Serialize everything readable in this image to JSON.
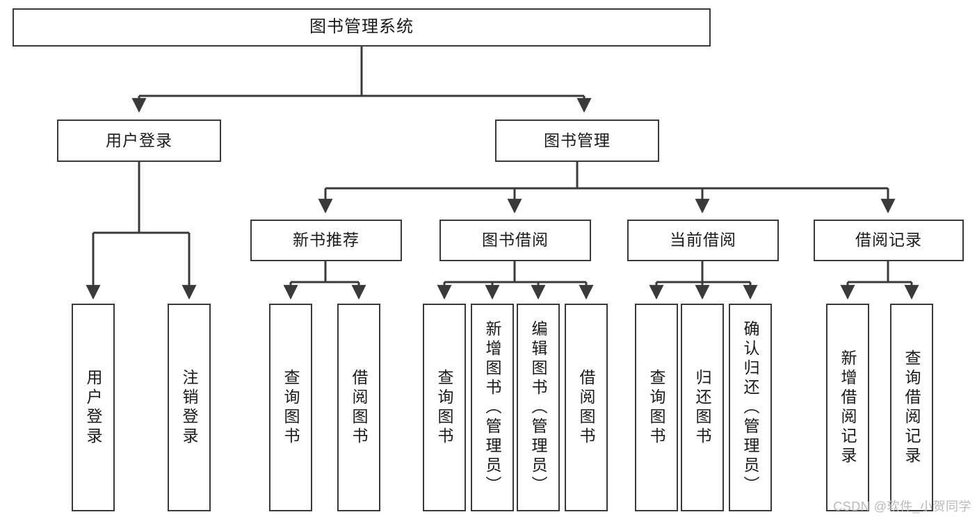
{
  "diagram": {
    "title": "图书管理系统",
    "type": "tree",
    "colors": {
      "box_border": "#3a3a3a",
      "box_fill": "#ffffff",
      "edge": "#3a3a3a",
      "text": "#1a1a1a",
      "watermark": "#b9b9b9",
      "background": "#ffffff"
    },
    "watermark": "CSDN @软件_小贺同学",
    "nodes": {
      "root": {
        "label": "图书管理系统"
      },
      "level2": [
        {
          "id": "user-login",
          "label": "用户登录"
        },
        {
          "id": "book-manage",
          "label": "图书管理"
        }
      ],
      "level3": [
        {
          "id": "new-book-recommend",
          "label": "新书推荐",
          "parent": "book-manage"
        },
        {
          "id": "book-borrow",
          "label": "图书借阅",
          "parent": "book-manage"
        },
        {
          "id": "current-borrow",
          "label": "当前借阅",
          "parent": "book-manage"
        },
        {
          "id": "borrow-record",
          "label": "借阅记录",
          "parent": "book-manage"
        }
      ],
      "leaves": [
        {
          "id": "leaf-user-login",
          "label": "用户登录",
          "parent": "user-login"
        },
        {
          "id": "leaf-user-logout",
          "label": "注销登录",
          "parent": "user-login"
        },
        {
          "id": "leaf-query-book-1",
          "label": "查询图书",
          "parent": "new-book-recommend"
        },
        {
          "id": "leaf-borrow-book-1",
          "label": "借阅图书",
          "parent": "new-book-recommend"
        },
        {
          "id": "leaf-query-book-2",
          "label": "查询图书",
          "parent": "book-borrow"
        },
        {
          "id": "leaf-add-book",
          "label": "新增图书（管理员）",
          "parent": "book-borrow"
        },
        {
          "id": "leaf-edit-book",
          "label": "编辑图书（管理员）",
          "parent": "book-borrow"
        },
        {
          "id": "leaf-borrow-book-2",
          "label": "借阅图书",
          "parent": "book-borrow"
        },
        {
          "id": "leaf-query-book-3",
          "label": "查询图书",
          "parent": "current-borrow"
        },
        {
          "id": "leaf-return-book",
          "label": "归还图书",
          "parent": "current-borrow"
        },
        {
          "id": "leaf-confirm-return",
          "label": "确认归还（管理员）",
          "parent": "current-borrow"
        },
        {
          "id": "leaf-add-record",
          "label": "新增借阅记录",
          "parent": "borrow-record"
        },
        {
          "id": "leaf-query-record",
          "label": "查询借阅记录",
          "parent": "borrow-record"
        }
      ]
    }
  }
}
